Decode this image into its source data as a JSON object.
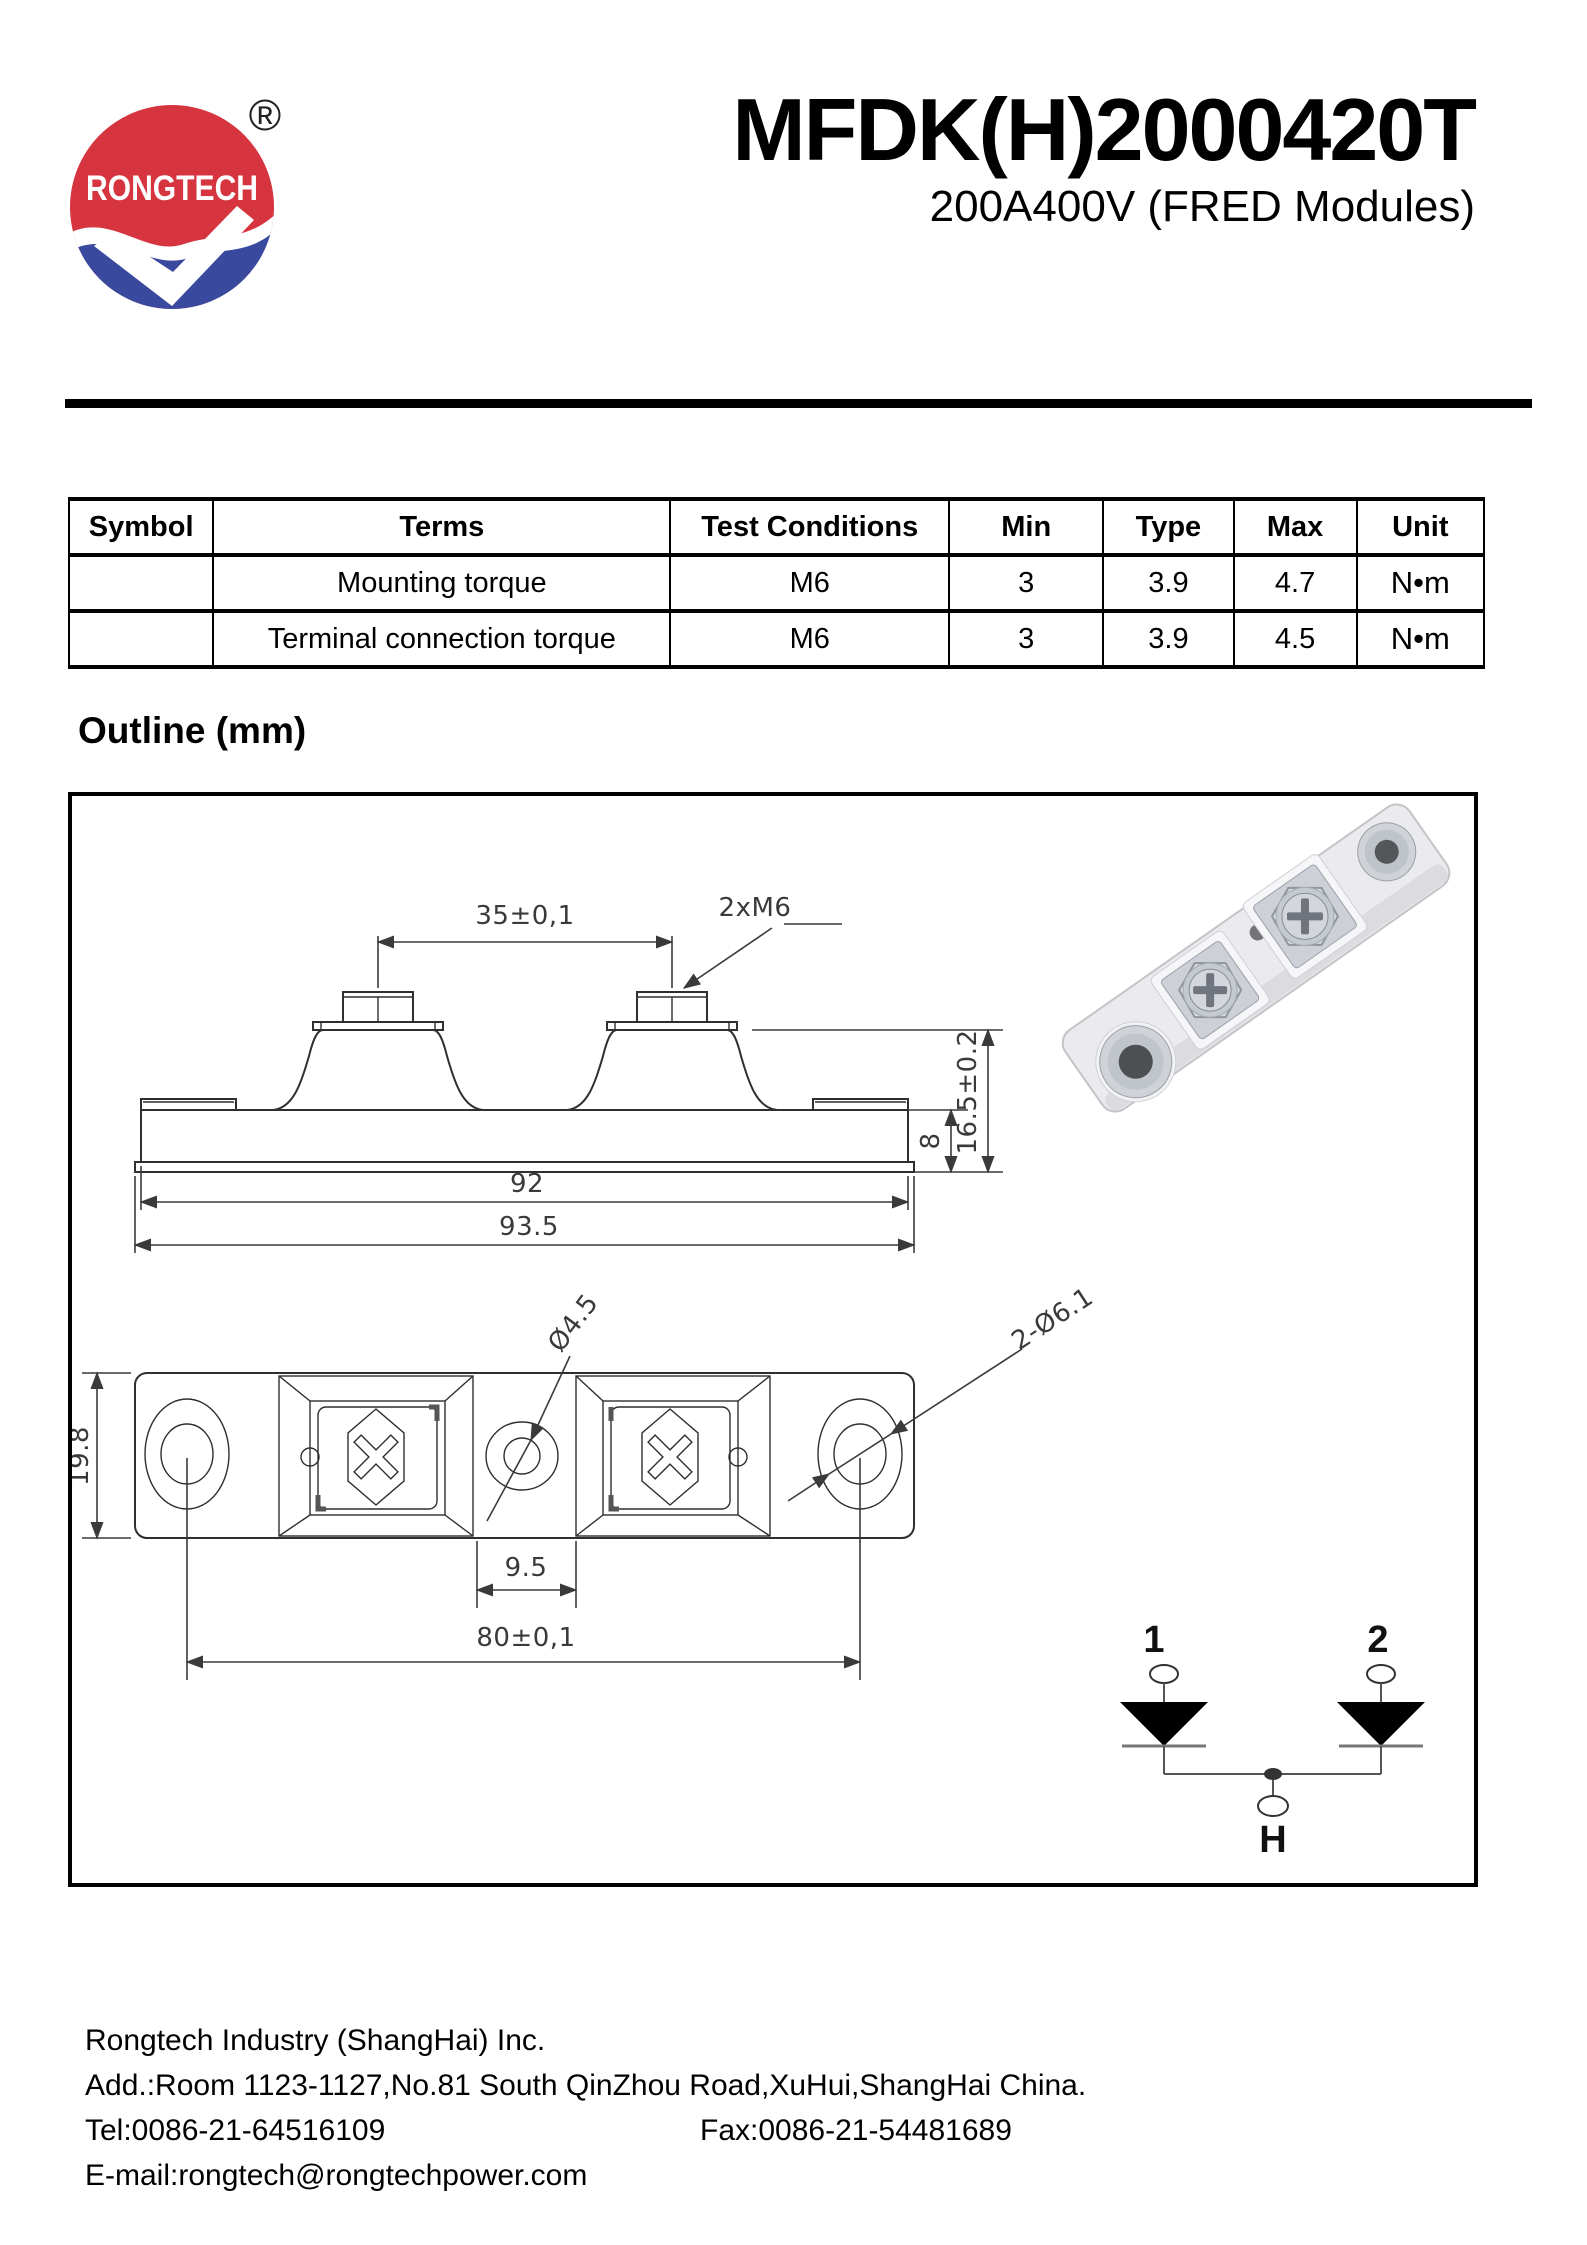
{
  "header": {
    "brand": "RONGTECH",
    "registered": "®",
    "title": "MFDK(H)2000420T",
    "subtitle": "200A400V (FRED Modules)"
  },
  "torque_table": {
    "columns": [
      "Symbol",
      "Terms",
      "Test Conditions",
      "Min",
      "Type",
      "Max",
      "Unit"
    ],
    "rows": [
      {
        "symbol": "",
        "terms": "Mounting torque",
        "test_conditions": "M6",
        "min": "3",
        "type": "3.9",
        "max": "4.7",
        "unit": "N•m"
      },
      {
        "symbol": "",
        "terms": "Terminal connection torque",
        "test_conditions": "M6",
        "min": "3",
        "type": "3.9",
        "max": "4.5",
        "unit": "N•m"
      }
    ]
  },
  "outline": {
    "heading": "Outline (mm)",
    "side_view": {
      "pin_spacing": "35±0,1",
      "thread": "2xM6",
      "total_height": "16.5±0.2",
      "base_height": "8",
      "body_width": "92",
      "total_width": "93.5"
    },
    "top_view": {
      "module_height": "19.8",
      "center_hole": "Ø4.5",
      "mount_holes": "2-Ø6.1",
      "center_offset": "9.5",
      "hole_spacing": "80±0,1"
    },
    "circuit": {
      "terminal_1": "1",
      "terminal_2": "2",
      "common": "H"
    }
  },
  "footer": {
    "company": "Rongtech Industry (ShangHai) Inc.",
    "address": "Add.:Room 1123-1127,No.81 South QinZhou Road,XuHui,ShangHai China.",
    "tel": "Tel:0086-21-64516109",
    "fax": "Fax:0086-21-54481689",
    "email": "E-mail:rongtech@rongtechpower.com"
  },
  "colors": {
    "logo_red": "#d63540",
    "logo_blue": "#39499e",
    "line": "#3a3a3a"
  }
}
